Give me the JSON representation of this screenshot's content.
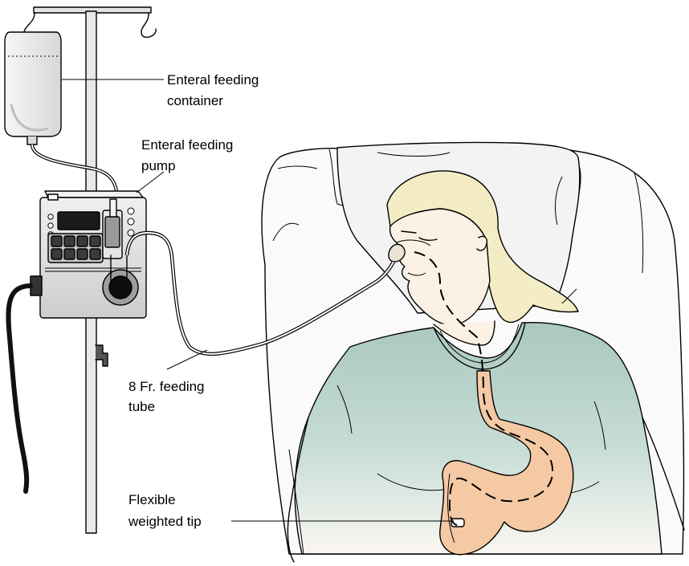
{
  "labels": {
    "container_line1": "Enteral feeding",
    "container_line2": "container",
    "pump_line1": "Enteral feeding",
    "pump_line2": "pump",
    "tube_line1": "8 Fr. feeding",
    "tube_line2": "tube",
    "tip_line1": "Flexible",
    "tip_line2": "weighted tip"
  },
  "colors": {
    "pole": "#e4e4e4",
    "pillow": "#f3f3f3",
    "sheet": "#ffffff",
    "hair": "#f4ecc4",
    "skin": "#fbf1e4",
    "gown": "#b6d1c9",
    "stomach": "#f4c9a4",
    "pump_body": "#e0e0e0",
    "pump_display": "#1a1a1a",
    "bag": "#eeeeee"
  }
}
